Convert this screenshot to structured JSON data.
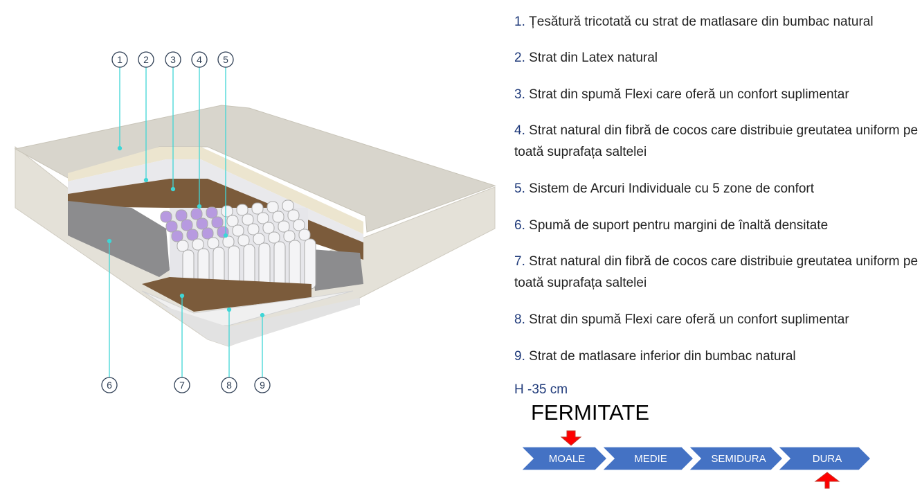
{
  "diagram": {
    "top_callouts": [
      "1",
      "2",
      "3",
      "4",
      "5"
    ],
    "bottom_callouts": [
      "6",
      "7",
      "8",
      "9"
    ]
  },
  "layers": [
    {
      "num": "1.",
      "text": "Țesătură tricotată cu strat de matlasare din bumbac natural"
    },
    {
      "num": "2.",
      "text": "Strat din Latex natural"
    },
    {
      "num": "3.",
      "text": "Strat din spumă Flexi care oferă un confort suplimentar"
    },
    {
      "num": "4.",
      "text": "Strat natural din fibră de cocos care distribuie greutatea uniform pe toată suprafața saltelei"
    },
    {
      "num": "5.",
      "text": "Sistem de Arcuri Individuale cu 5 zone de confort"
    },
    {
      "num": "6.",
      "text": "Spumă de suport pentru margini de înaltă densitate"
    },
    {
      "num": "7.",
      "text": "Strat natural din fibră de cocos care distribuie greutatea uniform pe toată suprafața saltelei"
    },
    {
      "num": "8.",
      "text": "Strat din spumă Flexi care oferă un confort suplimentar"
    },
    {
      "num": "9.",
      "text": "Strat de matlasare inferior din bumbac natural"
    }
  ],
  "height": "H -35 cm",
  "firmness": {
    "title": "FERMITATE",
    "levels": [
      "MOALE",
      "MEDIE",
      "SEMIDURA",
      "DURA"
    ],
    "marker_top": "MOALE",
    "marker_bottom": "DURA",
    "chevron_color": "#4472c4",
    "arrow_color": "#ff0000"
  }
}
